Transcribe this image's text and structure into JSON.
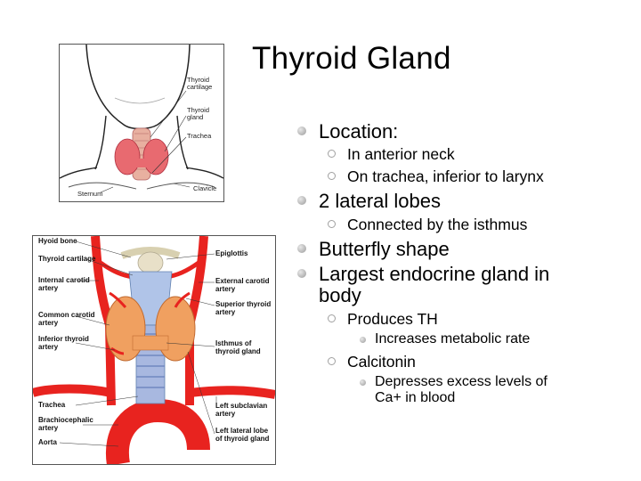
{
  "slide": {
    "title": "Thyroid Gland",
    "bullets": [
      {
        "text": "Location:",
        "children": [
          {
            "text": "In anterior neck"
          },
          {
            "text": "On trachea, inferior to larynx"
          }
        ]
      },
      {
        "text": "2 lateral lobes",
        "children": [
          {
            "text": "Connected by the isthmus"
          }
        ]
      },
      {
        "text": "Butterfly shape"
      },
      {
        "text": "Largest endocrine gland in body",
        "children": [
          {
            "text": "Produces TH",
            "children": [
              {
                "text": "Increases metabolic rate"
              }
            ]
          },
          {
            "text": "Calcitonin",
            "children": [
              {
                "text": "Depresses excess levels of Ca+ in blood"
              }
            ]
          }
        ]
      }
    ],
    "line_breaks": {
      "largest_line1": "Largest endocrine gland in",
      "largest_line2": "body",
      "depresses_line1": "Depresses excess levels of",
      "depresses_line2": "Ca+ in blood"
    }
  },
  "figure_neck": {
    "labels": [
      "Thyroid cartilage",
      "Thyroid gland",
      "Trachea",
      "Sternum",
      "Clavicle"
    ],
    "label_lines": {
      "thyroid_cartilage": [
        "Thyroid",
        "cartilage"
      ],
      "thyroid_gland": [
        "Thyroid",
        "gland"
      ]
    }
  },
  "figure_anatomy": {
    "labels_left": [
      "Hyoid bone",
      "Thyroid cartilage",
      "Internal carotid artery",
      "Common carotid artery",
      "Inferior thyroid artery",
      "Trachea",
      "Brachiocephalic artery",
      "Aorta"
    ],
    "labels_right": [
      "Epiglottis",
      "External carotid artery",
      "Superior thyroid artery",
      "Isthmus of thyroid gland",
      "Left subclavian artery",
      "Left lateral lobe of thyroid gland"
    ],
    "label_lines": {
      "internal_carotid": [
        "Internal carotid",
        "artery"
      ],
      "common_carotid": [
        "Common carotid",
        "artery"
      ],
      "inferior_thyroid": [
        "Inferior thyroid",
        "artery"
      ],
      "brachiocephalic": [
        "Brachiocephalic",
        "artery"
      ],
      "external_carotid": [
        "External carotid",
        "artery"
      ],
      "superior_thyroid": [
        "Superior thyroid",
        "artery"
      ],
      "isthmus": [
        "Isthmus of",
        "thyroid gland"
      ],
      "left_subclavian": [
        "Left subclavian",
        "artery"
      ],
      "left_lateral": [
        "Left lateral lobe",
        "of thyroid gland"
      ]
    }
  },
  "colors": {
    "artery": "#e8231f",
    "thyroid": "#f0a060",
    "trachea": "#a8b8e0",
    "bullet_gray": "#9a9a9a"
  }
}
